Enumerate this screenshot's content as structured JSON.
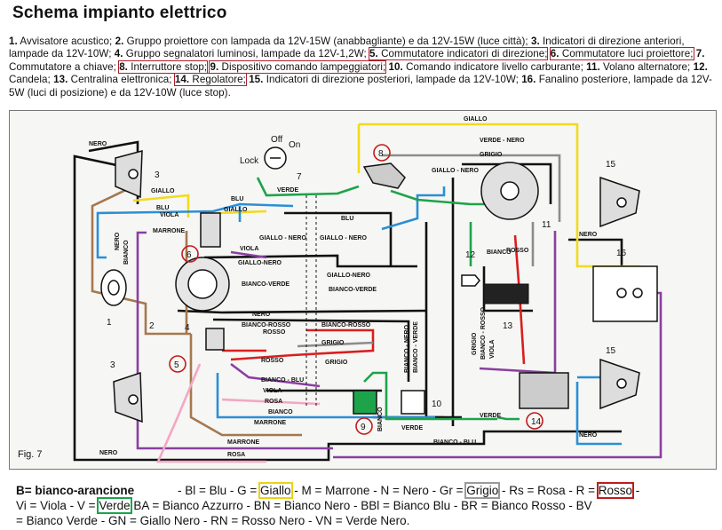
{
  "title": "Schema impianto elettrico",
  "legend": [
    {
      "n": "1.",
      "t": " Avvisatore acustico; "
    },
    {
      "n": "2.",
      "t": " Gruppo proiettore con lampada da 12V-15W (anabbagliante) e da 12V-15W (luce città); "
    },
    {
      "n": "3.",
      "t": " Indicatori di direzione anteriori, lampade da 12V-10W; "
    },
    {
      "n": "4.",
      "t": " Gruppo segnalatori luminosi, lampade da 12V-1,2W; "
    },
    {
      "n": "5.",
      "t": " Commutatore indicatori di direzione;",
      "box": true
    },
    {
      "n": "6.",
      "t": " Commutatore luci proiettore;",
      "box": true
    },
    {
      "n": "7.",
      "t": " Commutatore a chiave; "
    },
    {
      "n": "8.",
      "t": " Interruttore stop;",
      "box": true
    },
    {
      "n": "9.",
      "t": " Dispositivo comando lampeggiatori;",
      "box": true
    },
    {
      "n": "10.",
      "t": " Comando indicatore livello carburante; "
    },
    {
      "n": "11.",
      "t": " Volano alternatore; "
    },
    {
      "n": "12.",
      "t": " Candela; "
    },
    {
      "n": "13.",
      "t": " Centralina elettronica; "
    },
    {
      "n": "14.",
      "t": " Regolatore;",
      "box": true
    },
    {
      "n": "15.",
      "t": " Indicatori di direzione posteriori, lampade da 12V-10W; "
    },
    {
      "n": "16.",
      "t": " Fanalino posteriore, lampade da 12V-5W (luci di posizione) e da 12V-10W (luce stop)."
    }
  ],
  "diagram": {
    "fig_label": "Fig. 7",
    "switch_labels": {
      "off": "Off",
      "on": "On",
      "lock": "Lock"
    },
    "component_numbers": [
      "1",
      "2",
      "3",
      "3",
      "4",
      "5",
      "6",
      "7",
      "8",
      "9",
      "10",
      "11",
      "12",
      "13",
      "14",
      "15",
      "15",
      "16"
    ],
    "wire_labels": [
      "NERO",
      "GIALLO",
      "BLU",
      "VIOLA",
      "MARRONE",
      "BLU",
      "GIALLO",
      "BLU",
      "GIALLO",
      "VERDE",
      "GIALLO - NERO",
      "GIALLO - NERO",
      "VIOLA",
      "GIALLO-NERO",
      "GIALLO-NERO",
      "BIANCO-VERDE",
      "BIANCO-VERDE",
      "NERO",
      "BIANCO-ROSSO",
      "BIANCO-ROSSO",
      "GRIGIO",
      "ROSSO",
      "ROSSO",
      "GRIGIO",
      "BIANCO - BLU",
      "VIOLA",
      "ROSA",
      "BIANCO",
      "MARRONE",
      "MARRONE",
      "ROSA",
      "NERO",
      "VERDE",
      "GIALLO - NERO",
      "VERDE - NERO",
      "GRIGIO",
      "NERO",
      "ROSSO",
      "BIANCO",
      "BIANCO - BLU",
      "VERDE",
      "NERO",
      "NERO",
      "BIANCO",
      "BIANCO - NERO",
      "BIANCO - VERDE",
      "GRIGIO",
      "BIANCO - ROSSO",
      "VIOLA",
      "BIANCO"
    ]
  },
  "codes": {
    "b_note": "B= bianco-arancione",
    "line1": [
      {
        "t": " - Bl = Blu - G = "
      },
      {
        "t": "Giallo",
        "hl": "y"
      },
      {
        "t": " - M = Marrone - N = Nero - Gr = "
      },
      {
        "t": "Grigio",
        "hl": "gr"
      },
      {
        "t": " - Rs = Rosa - R = "
      },
      {
        "t": "Rosso",
        "hl": "r"
      },
      {
        "t": " -"
      }
    ],
    "line2": [
      {
        "t": "Vi = Viola - V = "
      },
      {
        "t": "Verde",
        "hl": "g"
      },
      {
        "t": " BA = Bianco Azzurro - BN = Bianco Nero - BBl = Bianco Blu - BR = Bianco Rosso - BV"
      }
    ],
    "line3": [
      {
        "t": "= Bianco Verde - GN = Giallo Nero - RN = Rosso Nero - VN = Verde Nero."
      }
    ]
  },
  "colors": {
    "black": "#111111",
    "yellow": "#f2da1e",
    "blue": "#2a8fd6",
    "brown": "#a5784e",
    "purple": "#8a3fa0",
    "red": "#d81f1f",
    "green": "#1da34a",
    "grey": "#8c8c8c",
    "pink": "#f2a7c4",
    "box_red": "#b0202a"
  }
}
